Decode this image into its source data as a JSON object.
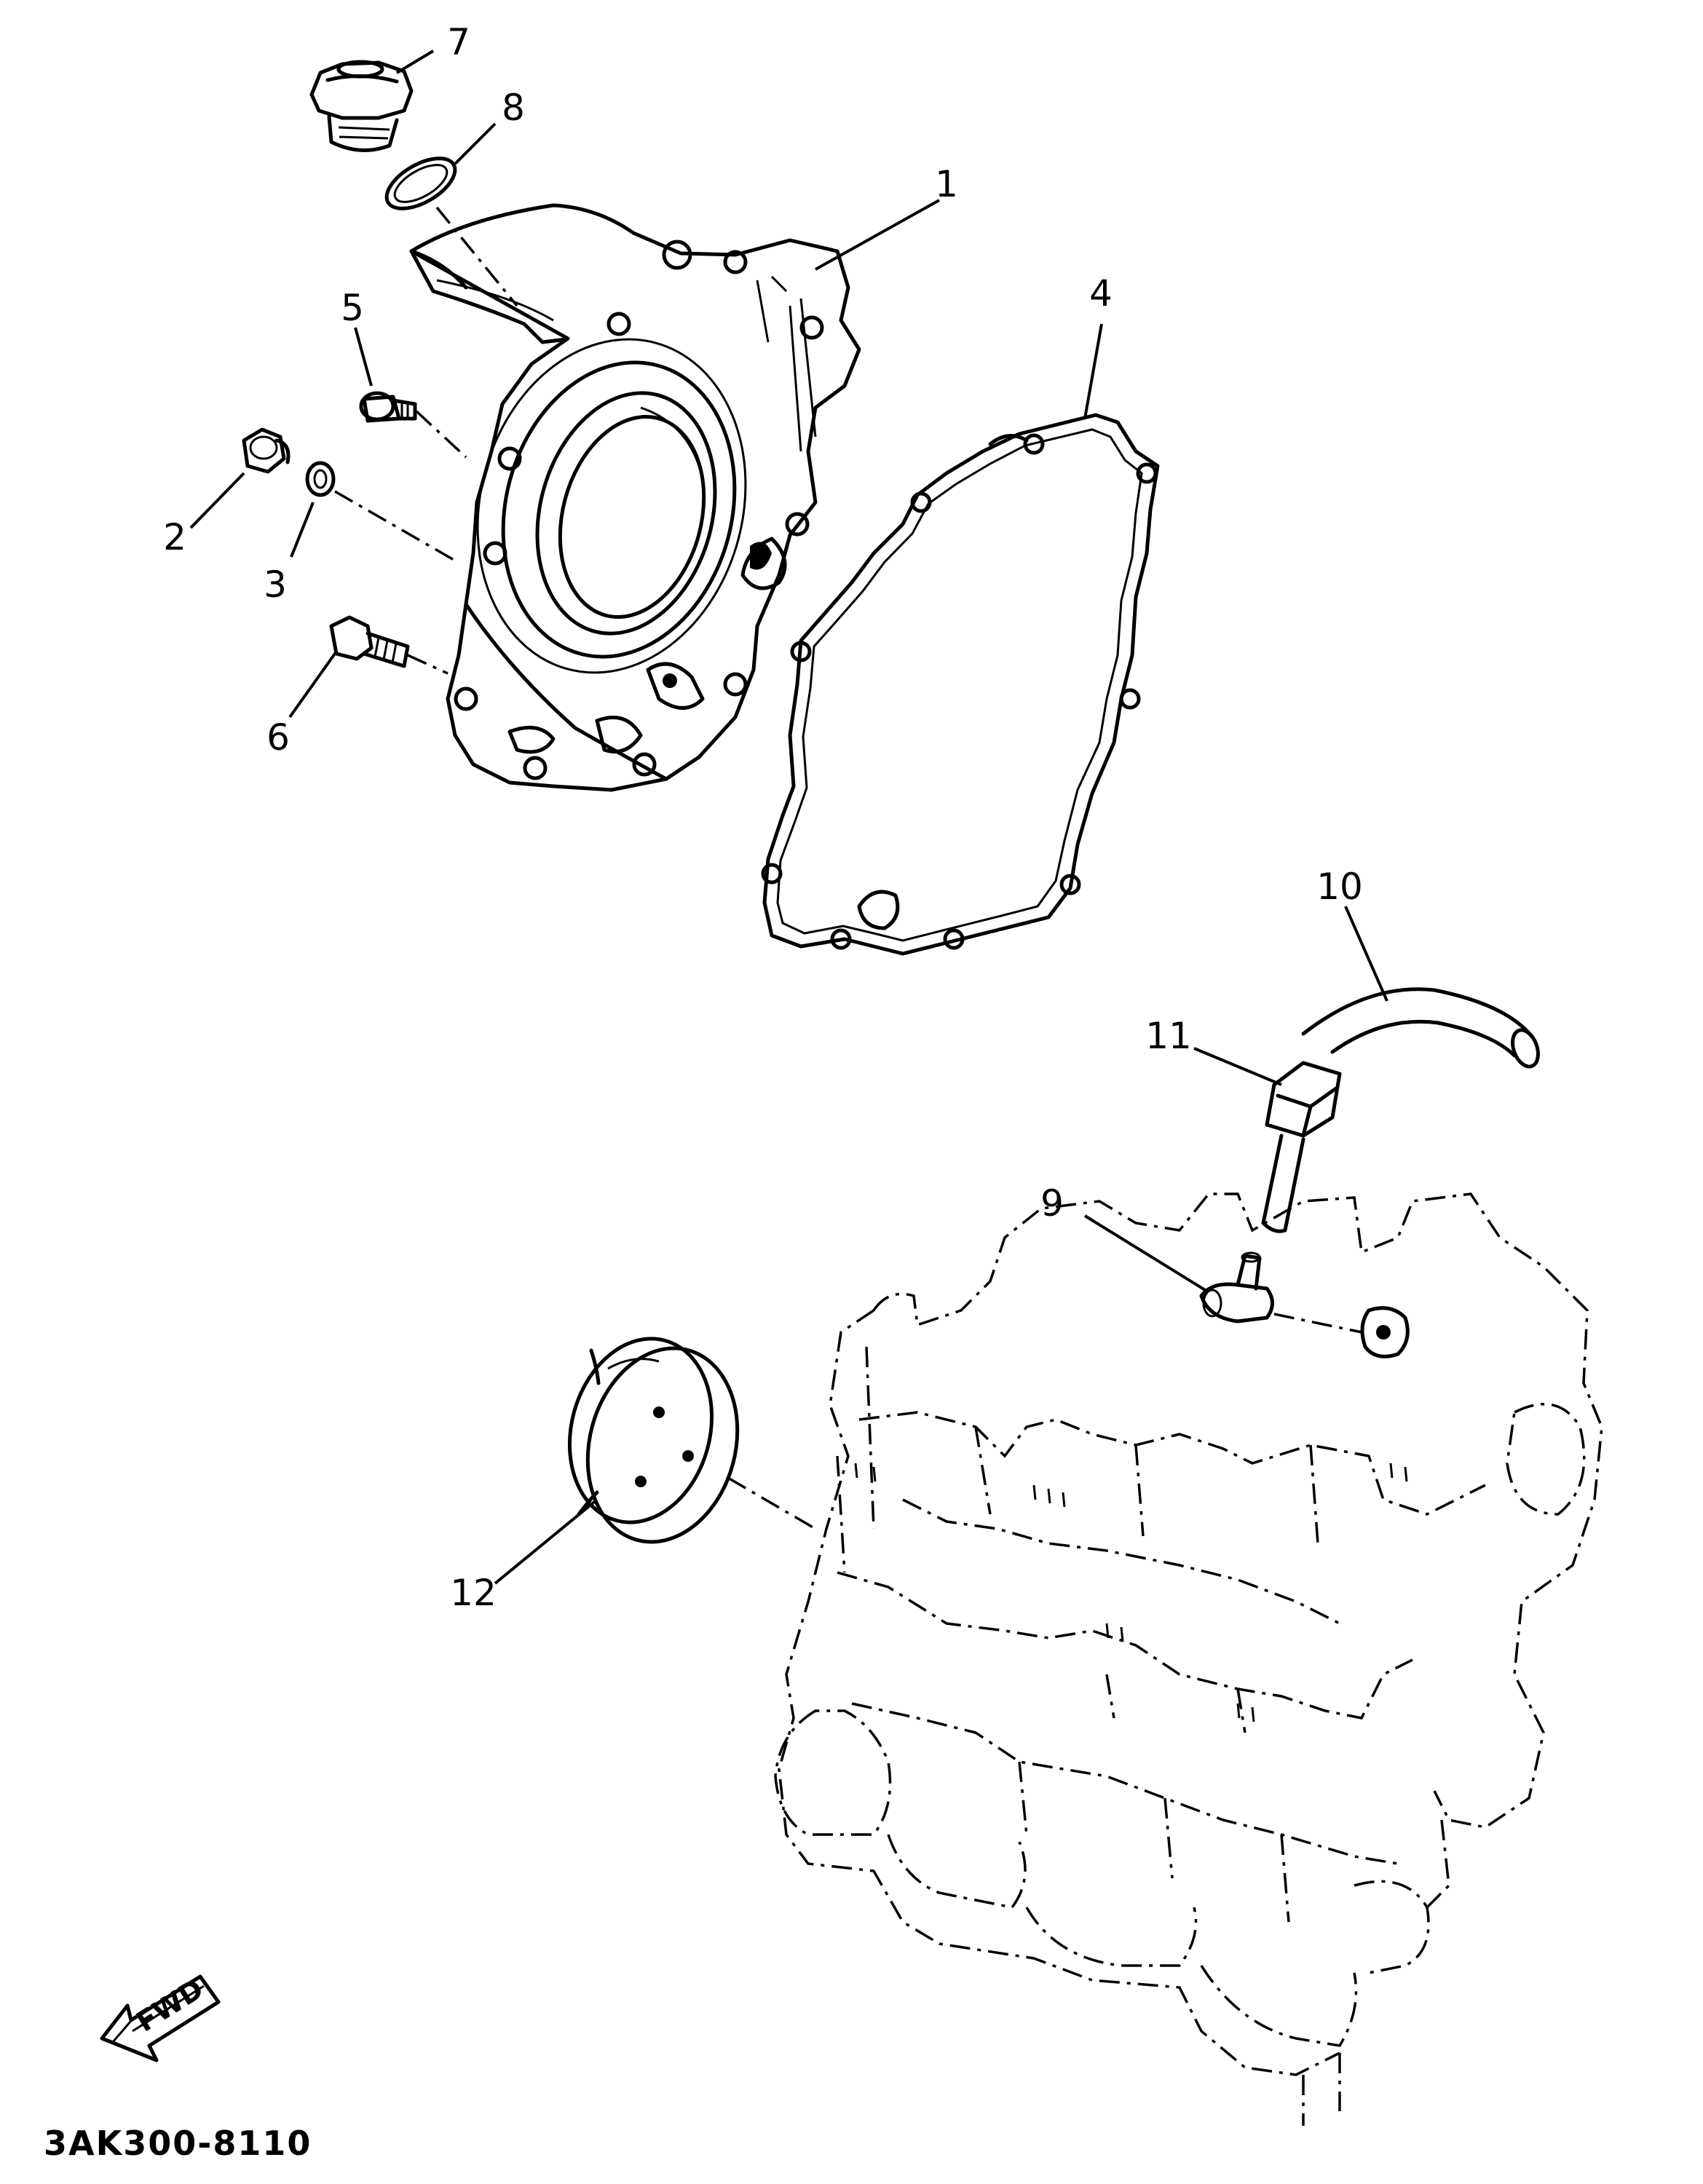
{
  "diagram_code": "3AK300-8110",
  "fwd_label": "FWD",
  "callouts": [
    {
      "id": "callout-1",
      "label": "1"
    },
    {
      "id": "callout-2",
      "label": "2"
    },
    {
      "id": "callout-3",
      "label": "3"
    },
    {
      "id": "callout-4",
      "label": "4"
    },
    {
      "id": "callout-5",
      "label": "5"
    },
    {
      "id": "callout-6",
      "label": "6"
    },
    {
      "id": "callout-7",
      "label": "7"
    },
    {
      "id": "callout-8",
      "label": "8"
    },
    {
      "id": "callout-9",
      "label": "9"
    },
    {
      "id": "callout-10",
      "label": "10"
    },
    {
      "id": "callout-11",
      "label": "11"
    },
    {
      "id": "callout-12",
      "label": "12"
    }
  ]
}
